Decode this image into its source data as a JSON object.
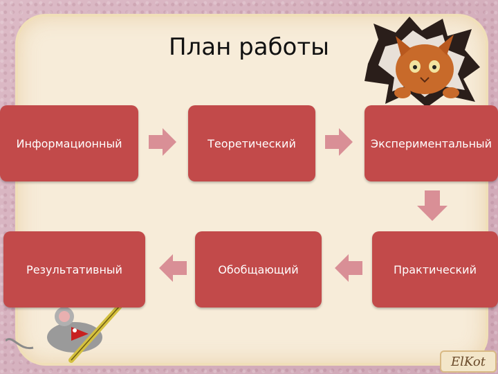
{
  "title": "План работы",
  "colors": {
    "box": "#c24a4a",
    "arrow": "#d98f96",
    "panel": "#f7ecd9"
  },
  "steps": [
    "Информационный",
    "Теоретический",
    "Экспериментальный",
    "Практический",
    "Обобщающий",
    "Результативный"
  ],
  "logo": "ElKot"
}
